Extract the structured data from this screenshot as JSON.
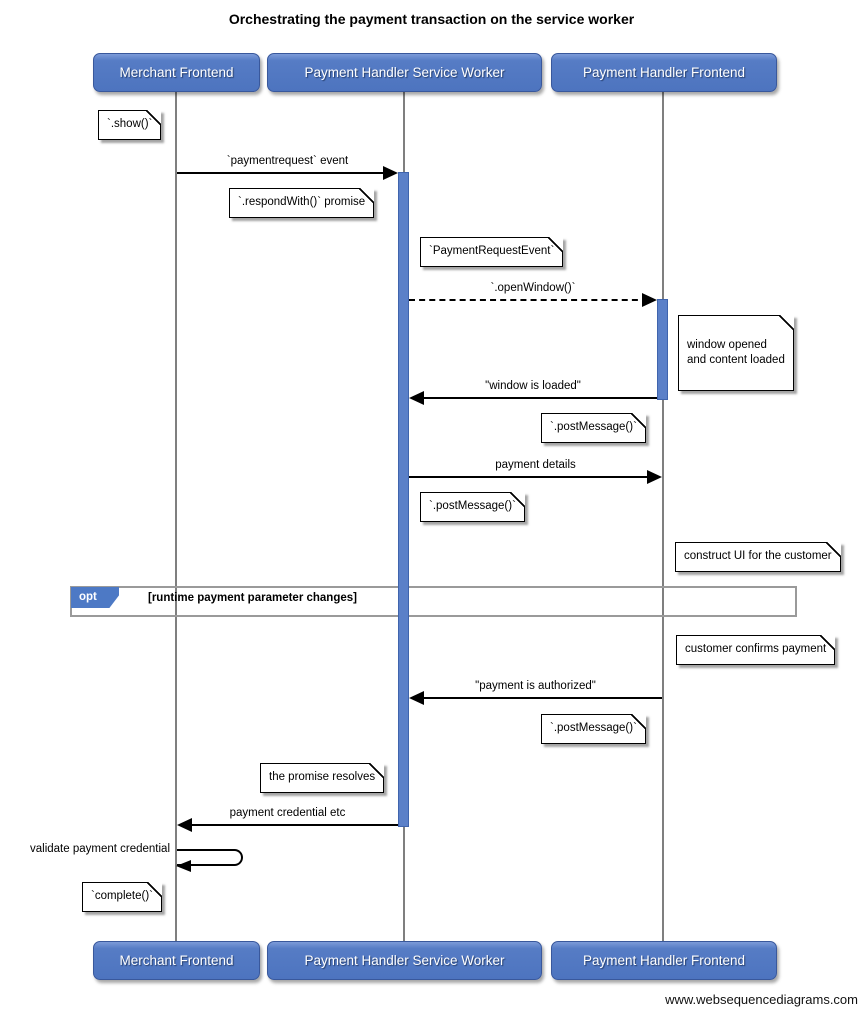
{
  "diagram": {
    "title": "Orchestrating the payment transaction on the service worker",
    "watermark": "www.websequencediagrams.com"
  },
  "actors": {
    "merchant": "Merchant Frontend",
    "service_worker": "Payment Handler Service Worker",
    "handler_frontend": "Payment Handler Frontend"
  },
  "messages": {
    "payment_request": "`paymentrequest` event",
    "open_window": "`.openWindow()`",
    "window_loaded": "\"window is loaded\"",
    "payment_details": "payment details",
    "payment_authorized": "\"payment is authorized\"",
    "payment_credential": "payment credential etc",
    "validate_credential": "validate payment credential"
  },
  "notes": {
    "show": "`.show()`",
    "respond_with": "`.respondWith()` promise",
    "payment_request_event": "`PaymentRequestEvent`",
    "window_opened": "window opened\nand content loaded",
    "post_message_1": "`.postMessage()`",
    "post_message_2": "`.postMessage()`",
    "construct_ui": "construct UI for the customer",
    "customer_confirms": "customer confirms payment",
    "post_message_3": "`.postMessage()`",
    "promise_resolves": "the promise resolves",
    "complete": "`complete()`"
  },
  "opt_frame": {
    "label": "opt",
    "condition": "[runtime payment parameter changes]"
  },
  "colors": {
    "actor_fill": "#4d74bf",
    "actor_border": "#39589c",
    "activation_fill": "#5b80c8",
    "lifeline": "#7f7f7f",
    "frame_border": "#9a9a9a",
    "opt_tab_fill": "#4d79c5",
    "arrow": "#000000",
    "note_bg": "#ffffff"
  }
}
